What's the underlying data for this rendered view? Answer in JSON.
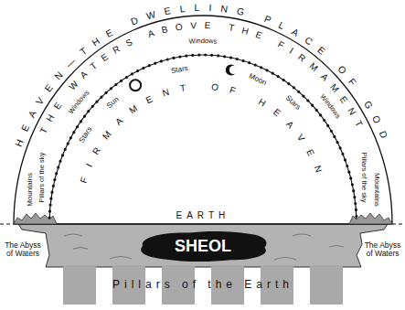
{
  "diagram": {
    "nodes": [
      {
        "text": [
          "SHEOL"
        ]
      }
    ],
    "labels": [
      "HEAVEN—THE DWELLING PLACE OF GOD",
      "THE WATERS ABOVE THE FIRMAMENT",
      "FIRMAMENT OF HEAVEN",
      "Windows",
      "Windows",
      "Windows",
      "Stars",
      "Sun",
      "Stars",
      "Moon",
      "Stars",
      "Mountains",
      "Pillars of the sky",
      "Pillars of the sky",
      "Mountains",
      "EARTH",
      "The Abyss of Waters",
      "The Abyss of Waters",
      "Pillars of the Earth"
    ]
  }
}
